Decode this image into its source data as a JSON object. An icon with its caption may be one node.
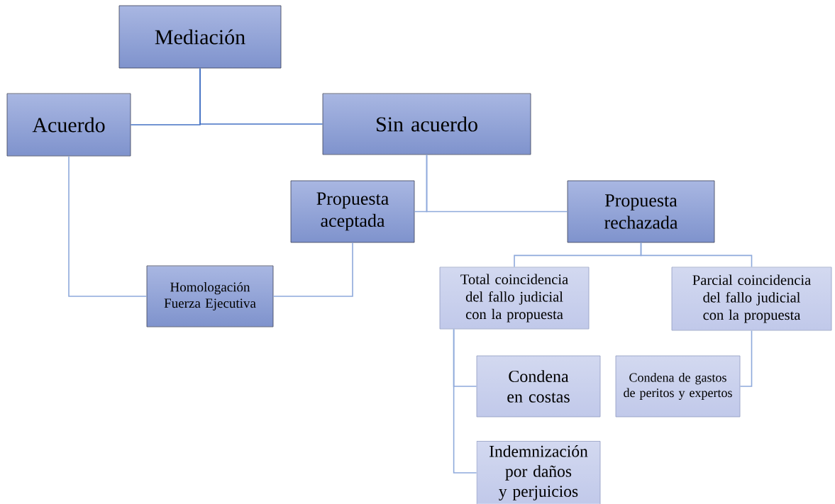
{
  "diagram": {
    "nodes": [
      {
        "text": [
          "Mediación"
        ]
      },
      {
        "text": [
          "Acuerdo"
        ]
      },
      {
        "text": [
          "Sin acuerdo"
        ]
      },
      {
        "text": [
          "Propuesta aceptada"
        ]
      },
      {
        "text": [
          "Propuesta rechazada"
        ]
      },
      {
        "text": [
          "Homologación",
          "Fuerza Ejecutiva"
        ]
      },
      {
        "text": [
          "Total coincidencia del fallo judicial con la propuesta"
        ]
      },
      {
        "text": [
          "Parcial coincidencia del fallo judicial con la propuesta"
        ]
      },
      {
        "text": [
          "Condena en costas"
        ]
      },
      {
        "text": [
          "Condena de gastos de peritos y expertos"
        ]
      },
      {
        "text": [
          "Indemnización por daños y perjuicios"
        ]
      }
    ],
    "edges": [
      {
        "from": 0,
        "to": 1,
        "arrow": "none",
        "color": "#4472c4"
      },
      {
        "from": 0,
        "to": 2,
        "arrow": "none",
        "color": "#4472c4"
      },
      {
        "from": 2,
        "to": 3,
        "arrow": "none"
      },
      {
        "from": 2,
        "to": 4,
        "arrow": "none"
      },
      {
        "from": 1,
        "to": 5,
        "arrow": "none"
      },
      {
        "from": 3,
        "to": 5,
        "arrow": "none"
      },
      {
        "from": 4,
        "to": 6,
        "arrow": "none"
      },
      {
        "from": 4,
        "to": 7,
        "arrow": "none"
      },
      {
        "from": 6,
        "to": 8,
        "arrow": "none"
      },
      {
        "from": 6,
        "to": 10,
        "arrow": "none"
      },
      {
        "from": 7,
        "to": 9,
        "arrow": "none"
      }
    ]
  }
}
